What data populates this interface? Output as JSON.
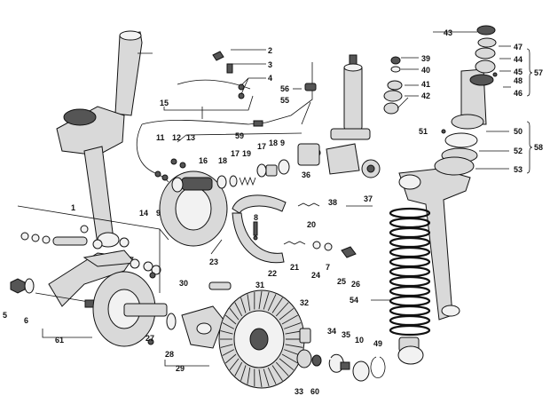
{
  "labels": {
    "n1": "1",
    "n2": "2",
    "n3": "3",
    "n4": "4",
    "n5": "5",
    "n6": "6",
    "n7": "7",
    "n8": "8",
    "n9a": "9",
    "n9b": "9",
    "n10": "10",
    "n11": "11",
    "n12": "12",
    "n13": "13",
    "n14": "14",
    "n15": "15",
    "n16": "16",
    "n17a": "17",
    "n17b": "17",
    "n18a": "18",
    "n18b": "18",
    "n19": "19",
    "n20": "20",
    "n21": "21",
    "n22": "22",
    "n23": "23",
    "n24": "24",
    "n25": "25",
    "n26": "26",
    "n27": "27",
    "n28": "28",
    "n29": "29",
    "n30": "30",
    "n31": "31",
    "n32": "32",
    "n33": "33",
    "n34": "34",
    "n35": "35",
    "n36": "36",
    "n37": "37",
    "n38": "38",
    "n39": "39",
    "n40": "40",
    "n41": "41",
    "n42": "42",
    "n43": "43",
    "n44": "44",
    "n45": "45",
    "n46": "46",
    "n47": "47",
    "n48": "48",
    "n49": "49",
    "n50": "50",
    "n51": "51",
    "n52": "52",
    "n53": "53",
    "n54": "54",
    "n55": "55",
    "n56": "56",
    "n57": "57",
    "n58": "58",
    "n59": "59",
    "n60": "60",
    "n61": "61"
  }
}
